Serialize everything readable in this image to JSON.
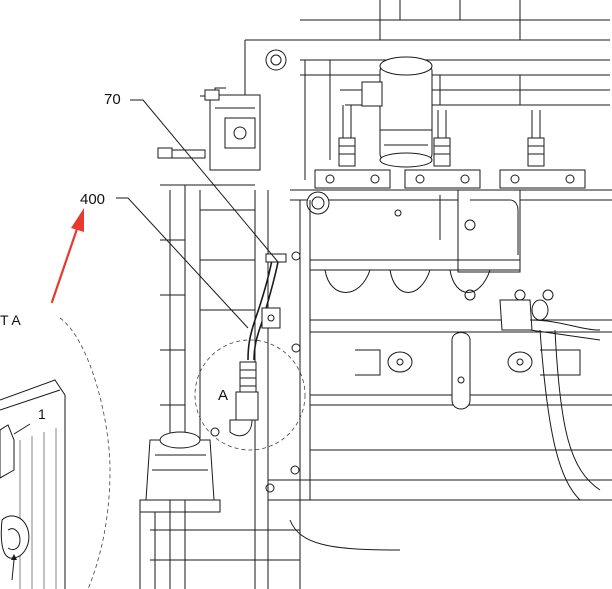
{
  "callouts": {
    "part_70": "70",
    "part_400": "400",
    "part_1": "1",
    "detail_marker": "A",
    "detail_title": "T A"
  },
  "colors": {
    "arrow": "#e8382f",
    "linework": "#1a1a1a"
  }
}
